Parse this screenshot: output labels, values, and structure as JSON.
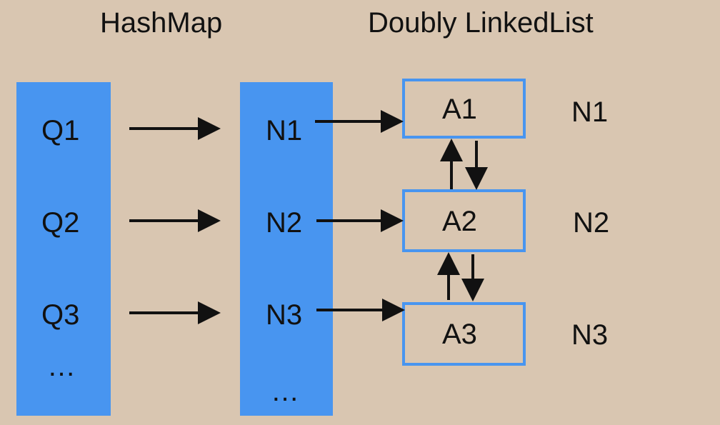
{
  "titles": {
    "hashmap": "HashMap",
    "linked_list": "Doubly LinkedList"
  },
  "keys": [
    "Q1",
    "Q2",
    "Q3",
    "…"
  ],
  "node_refs": [
    "N1",
    "N2",
    "N3",
    "…"
  ],
  "list_nodes": [
    {
      "value": "A1",
      "name": "N1"
    },
    {
      "value": "A2",
      "name": "N2"
    },
    {
      "value": "A3",
      "name": "N3"
    }
  ],
  "colors": {
    "background": "#d9c6b1",
    "accent_blue": "#4895f0",
    "arrow": "#111111"
  }
}
